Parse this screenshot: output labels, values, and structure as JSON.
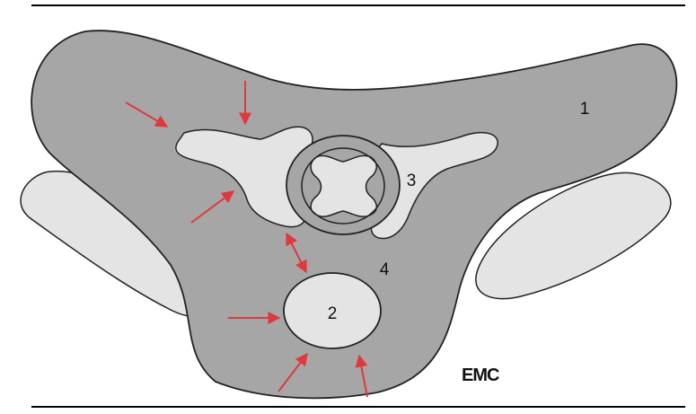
{
  "labels": {
    "region_1": "1",
    "region_2": "2",
    "region_3": "3",
    "region_4": "4"
  },
  "logo": "EMC",
  "colors": {
    "body_fill": "#a6a6a6",
    "light_fill": "#e4e4e4",
    "outline": "#222222",
    "arrow": "#e0383c",
    "rule": "#000000"
  }
}
